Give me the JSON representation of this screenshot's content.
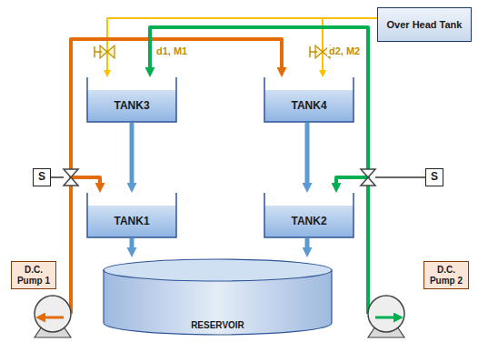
{
  "diagram": {
    "nodes": [
      {
        "text": [
          "Over Head Tank"
        ]
      },
      {
        "text": [
          "TANK3"
        ]
      },
      {
        "text": [
          "TANK4"
        ]
      },
      {
        "text": [
          "S"
        ]
      },
      {
        "text": [
          "S"
        ]
      },
      {
        "text": [
          "TANK1"
        ]
      },
      {
        "text": [
          "TANK2"
        ]
      },
      {
        "text": [
          "D.C. Pump 1"
        ]
      },
      {
        "text": [
          "D.C. Pump 2"
        ]
      },
      {
        "text": [
          "RESERVOIR"
        ]
      }
    ],
    "edges": [
      {
        "from": 1,
        "to": 5,
        "arrow": "to"
      },
      {
        "from": 2,
        "to": 6,
        "arrow": "to"
      },
      {
        "from": 5,
        "to": 9,
        "arrow": "to"
      },
      {
        "from": 6,
        "to": 9,
        "arrow": "to"
      },
      {
        "from": 0,
        "to": 1,
        "arrow": "to"
      },
      {
        "from": 0,
        "to": 2,
        "arrow": "to"
      },
      {
        "from": 7,
        "to": 5,
        "arrow": "to"
      },
      {
        "from": 7,
        "to": 2,
        "arrow": "to"
      },
      {
        "from": 8,
        "to": 6,
        "arrow": "to"
      },
      {
        "from": 8,
        "to": 1,
        "arrow": "to"
      }
    ],
    "labels": [
      "d1, M1",
      "d2, M2"
    ]
  }
}
